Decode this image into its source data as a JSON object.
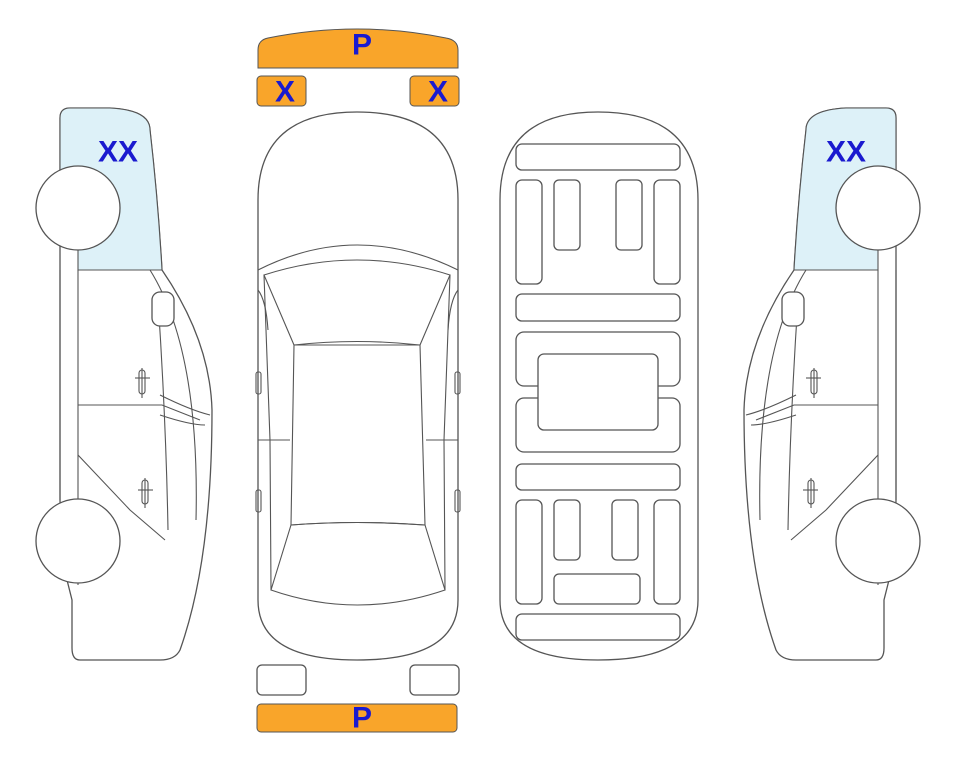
{
  "colors": {
    "outline": "#555555",
    "damage_p": "#F9A52A",
    "damage_xx": "#DDF1F8",
    "label_text": "#1A1ACF",
    "background": "#FFFFFF"
  },
  "marks": {
    "front_bumper": "P",
    "left_headlight": "X",
    "right_headlight": "X",
    "rear_bumper": "P",
    "left_side_windshield": "XX",
    "right_side_windshield": "XX"
  }
}
